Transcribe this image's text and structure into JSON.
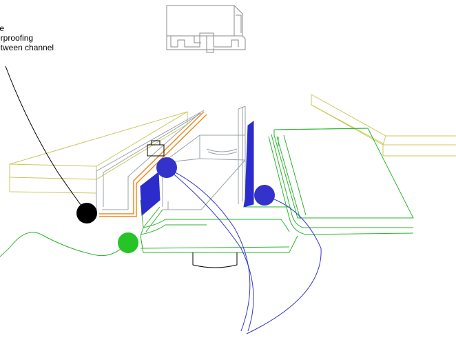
{
  "callout": {
    "lines": [
      "ile",
      "erproofing",
      "etween channel"
    ]
  },
  "colors": {
    "yellow_outline": "#c8c85a",
    "green_outline": "#2ab52a",
    "channel_outline": "#9aa0a8",
    "orange": "#f08a20",
    "blue_membrane": "#2c2ccc",
    "black_marker": "#000000",
    "green_marker": "#27c427",
    "blue_marker": "#3333cc",
    "gray_part": "#8a8a8a"
  }
}
